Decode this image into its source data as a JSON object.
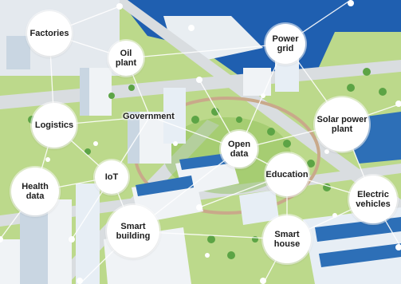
{
  "colors": {
    "water": "#1f5fb0",
    "grass": "#bcd98b",
    "grass_dark": "#8fc25a",
    "road": "#d9dde0",
    "building": "#f0f3f6",
    "building_shade": "#c9d6e2",
    "solar_panel": "#2d6fb7",
    "tree": "#5ca445",
    "network_line": "#ffffff"
  },
  "nodes": [
    {
      "id": "factories",
      "label": "Factories",
      "icon": "factory-node"
    },
    {
      "id": "oil-plant",
      "label": "Oil\nplant",
      "icon": "oil-plant-node"
    },
    {
      "id": "power-grid",
      "label": "Power\ngrid",
      "icon": "power-grid-node"
    },
    {
      "id": "logistics",
      "label": "Logistics",
      "icon": "logistics-node"
    },
    {
      "id": "government",
      "label": "Government",
      "icon": "government-label"
    },
    {
      "id": "solar-power-plant",
      "label": "Solar power\nplant",
      "icon": "solar-plant-node"
    },
    {
      "id": "open-data",
      "label": "Open\ndata",
      "icon": "open-data-node"
    },
    {
      "id": "education",
      "label": "Education",
      "icon": "education-node"
    },
    {
      "id": "health-data",
      "label": "Health\ndata",
      "icon": "health-data-node"
    },
    {
      "id": "iot",
      "label": "IoT",
      "icon": "iot-node"
    },
    {
      "id": "electric-vehicles",
      "label": "Electric\nvehicles",
      "icon": "electric-vehicles-node"
    },
    {
      "id": "smart-building",
      "label": "Smart\nbuilding",
      "icon": "smart-building-node"
    },
    {
      "id": "smart-house",
      "label": "Smart\nhouse",
      "icon": "smart-house-node"
    }
  ]
}
